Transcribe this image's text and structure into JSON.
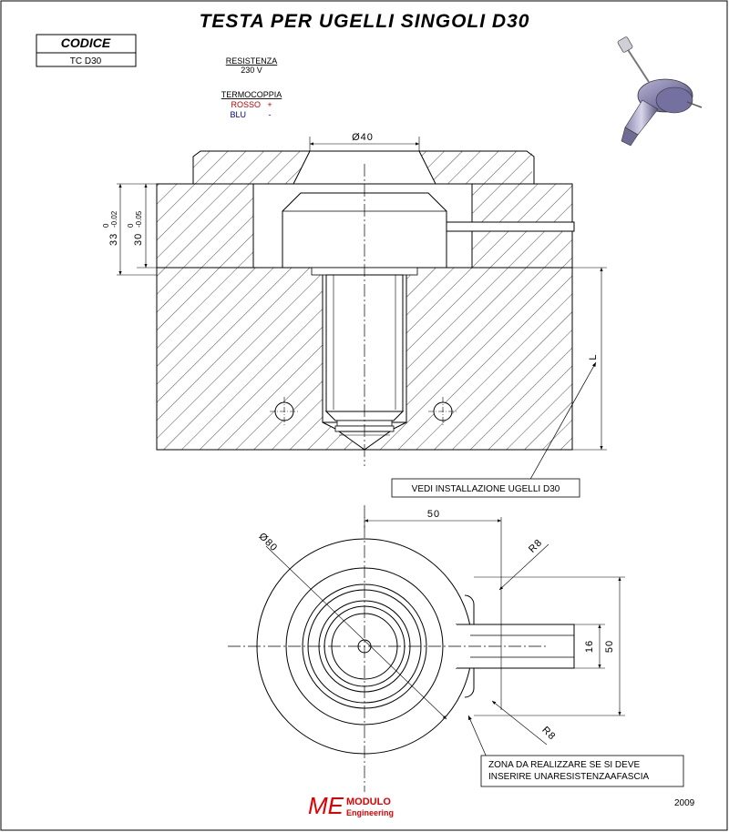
{
  "title": "TESTA PER UGELLI SINGOLI D30",
  "code_box": {
    "header": "CODICE",
    "value": "TC D30"
  },
  "specs": {
    "resistance_label": "RESISTENZA",
    "resistance_value": "230 V",
    "thermocouple_label": "TERMOCOPPIA",
    "red_label": "ROSSO",
    "red_sign": "+",
    "blue_label": "BLU",
    "blue_sign": "-"
  },
  "dimensions": {
    "bore_diameter": "Ø40",
    "height_33": "33",
    "height_33_tol_upper": "0",
    "height_33_tol_lower": "-0.02",
    "height_30": "30",
    "height_30_tol_upper": "0",
    "height_30_tol_lower": "-0.05",
    "length": "L",
    "outer_diameter": "Ø80",
    "offset_50_horizontal": "50",
    "radius_top": "R8",
    "radius_bottom": "R8",
    "slot_width": "16",
    "height_50_vertical": "50"
  },
  "notes": {
    "install_note": "VEDI INSTALLAZIONE UGELLI D30",
    "zone_note_line1": "ZONA DA REALIZZARE SE SI DEVE",
    "zone_note_line2": "INSERIRE UNARESISTENZAAFASCIA"
  },
  "logo": {
    "mark": "ME",
    "word1": "MODULO",
    "word2": "Engineering"
  },
  "year": "2009",
  "colors": {
    "line": "#000000",
    "red": "#c00000",
    "blue": "#00008b",
    "logo_red": "#e00000"
  }
}
